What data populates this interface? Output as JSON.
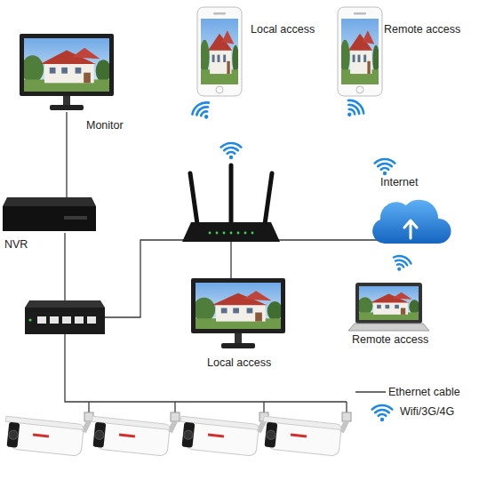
{
  "diagram": {
    "nodes": [
      {
        "text": [
          "Local access"
        ]
      },
      {
        "text": [
          "Remote access"
        ]
      },
      {
        "text": [
          "Monitor"
        ]
      },
      {
        "text": [
          "Internet"
        ]
      },
      {
        "text": [
          "NVR"
        ]
      },
      {
        "text": [
          "Local access"
        ]
      },
      {
        "text": [
          "Remote access"
        ]
      }
    ],
    "edges": [
      {
        "from": 2,
        "to": 4,
        "arrow": "none"
      }
    ],
    "legend": [
      {
        "text": "Ethernet cable"
      },
      {
        "text": "Wifi/3G/4G"
      }
    ]
  }
}
